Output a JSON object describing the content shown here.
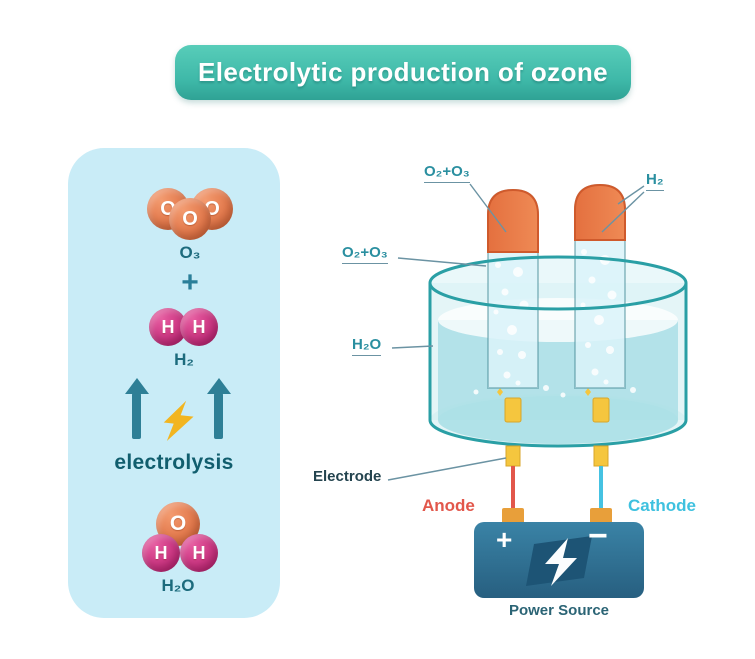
{
  "title": "Electrolytic production of ozone",
  "left_panel": {
    "atom_o": "O",
    "atom_h": "H",
    "o3_label": "O₃",
    "plus": "+",
    "h2_label": "H₂",
    "electrolysis_label": "electrolysis",
    "h2o_label": "H₂O"
  },
  "apparatus": {
    "label_o2_o3_top": "O₂+O₃",
    "label_h2": "H₂",
    "label_o2_o3_side": "O₂+O₃",
    "label_h2o": "H₂O",
    "label_electrode": "Electrode",
    "label_anode": "Anode",
    "label_cathode": "Cathode",
    "label_power_source": "Power Source",
    "terminal_plus": "+",
    "terminal_minus": "−"
  },
  "colors": {
    "banner_teal": "#3eb8a8",
    "panel_blue": "#c9ecf7",
    "oxygen_orange": "#dd6f42",
    "hydrogen_pink": "#c22a78",
    "arrow_teal": "#2e7f96",
    "bolt_gold": "#f2b520",
    "beaker_teal": "#2a9fa5",
    "tube_gas_orange": "#e4703f",
    "electrode_yellow": "#f5c63e",
    "anode_red": "#e2574b",
    "cathode_cyan": "#3fc1df",
    "power_blue": "#2e7095"
  }
}
